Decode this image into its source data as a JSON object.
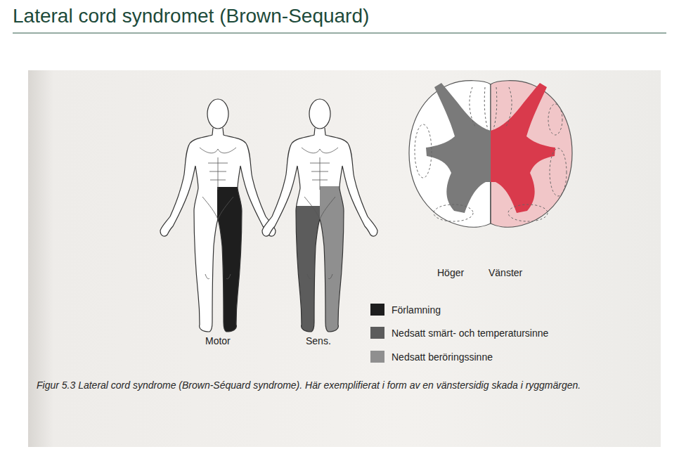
{
  "diagram": {
    "title": "Lateral cord syndromet (Brown-Sequard)",
    "caption": "Figur 5.3 Lateral cord syndrome (Brown-Séquard syndrome). Här exemplifierat i form av en vänstersidig skada i ryggmärgen.",
    "labels": [
      "Motor",
      "Sens.",
      "Höger",
      "Vänster"
    ],
    "legend": [
      {
        "text": "Förlamning",
        "color": "#1e1e1e"
      },
      {
        "text": "Nedsatt smärt- och temperatursinne",
        "color": "#5c5c5c"
      },
      {
        "text": "Nedsatt beröringssinne",
        "color": "#8f8f8f"
      }
    ]
  }
}
